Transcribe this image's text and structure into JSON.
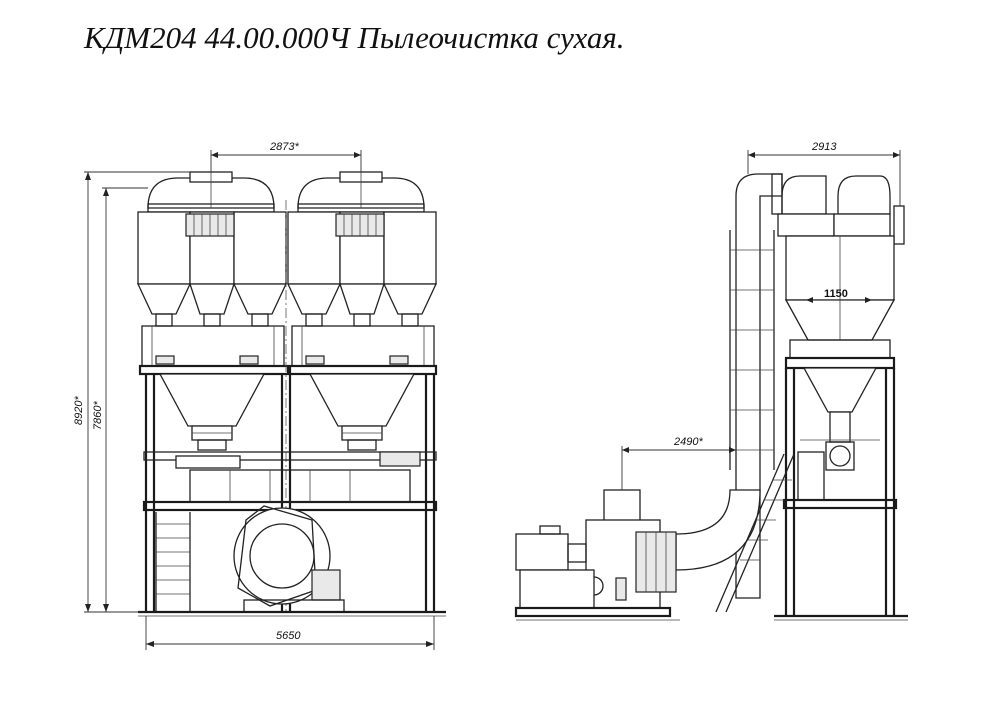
{
  "title": "КДМ204 44.00.000Ч Пылеочистка сухая.",
  "dimensions": {
    "top_spacing": "2873*",
    "total_height": "8920*",
    "cyclone_height": "7860*",
    "base_width": "5650",
    "side_width": "2913",
    "cyclone_spacing": "1150",
    "fan_offset": "2490*"
  }
}
